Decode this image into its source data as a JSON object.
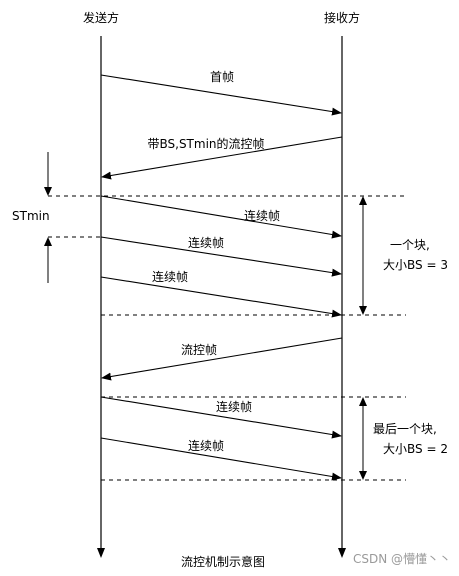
{
  "participants": {
    "sender": "发送方",
    "receiver": "接收方"
  },
  "messages": {
    "first_frame": "首帧",
    "flow_control_bs_stmin": "带BS,STmin的流控帧",
    "consecutive_1": "连续帧",
    "consecutive_2": "连续帧",
    "consecutive_3": "连续帧",
    "flow_control": "流控帧",
    "consecutive_4": "连续帧",
    "consecutive_5": "连续帧"
  },
  "annotations": {
    "stmin": "STmin",
    "block1_line1": "一个块,",
    "block1_line2": "大小BS = 3",
    "block2_line1": "最后一个块,",
    "block2_line2": "大小BS = 2"
  },
  "caption": "流控机制示意图",
  "watermark": "CSDN @懵懂丶丶"
}
